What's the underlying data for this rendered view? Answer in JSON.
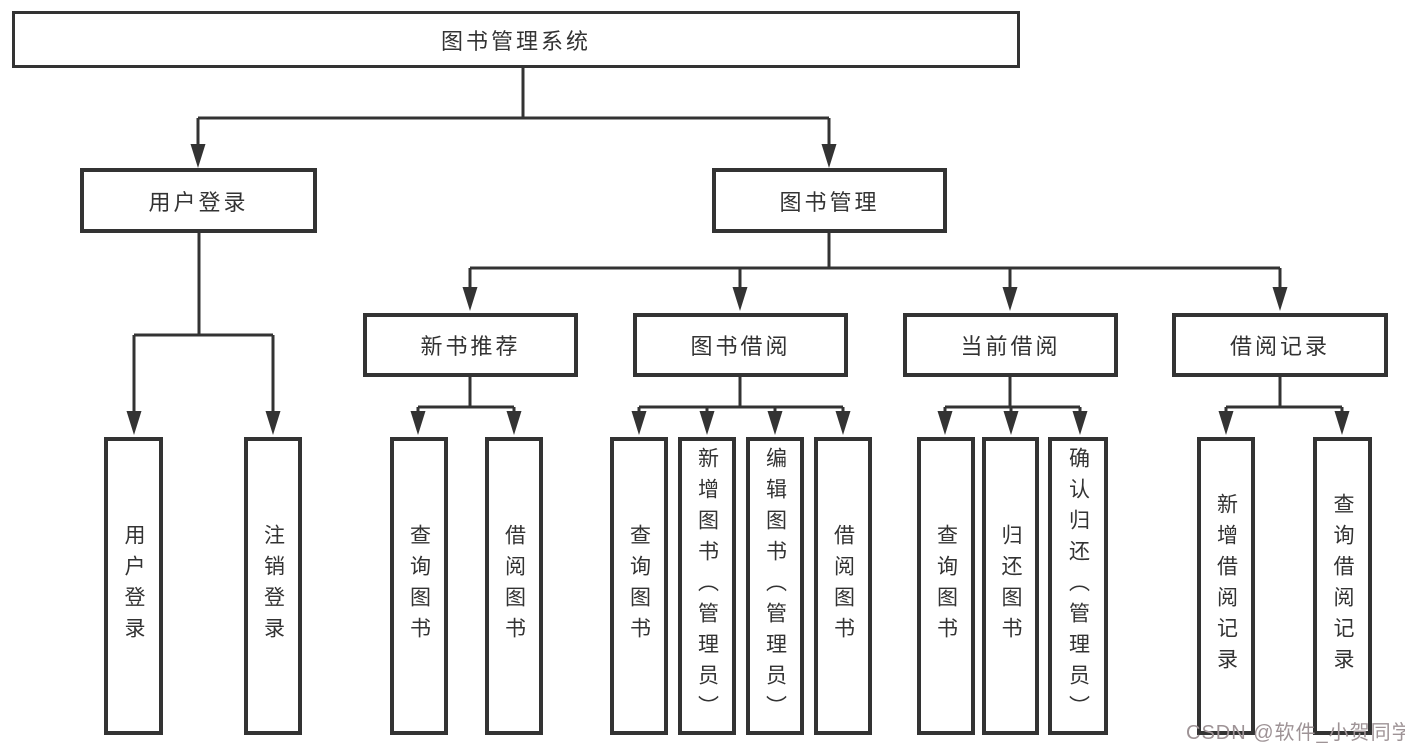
{
  "diagram": {
    "type": "tree",
    "root": {
      "label": "图书管理系统",
      "children": [
        {
          "label": "用户登录",
          "children": [
            {
              "label": "用户登录"
            },
            {
              "label": "注销登录"
            }
          ]
        },
        {
          "label": "图书管理",
          "children": [
            {
              "label": "新书推荐",
              "children": [
                {
                  "label": "查询图书"
                },
                {
                  "label": "借阅图书"
                }
              ]
            },
            {
              "label": "图书借阅",
              "children": [
                {
                  "label": "查询图书"
                },
                {
                  "label": "新增图书（管理员）"
                },
                {
                  "label": "编辑图书（管理员）"
                },
                {
                  "label": "借阅图书"
                }
              ]
            },
            {
              "label": "当前借阅",
              "children": [
                {
                  "label": "查询图书"
                },
                {
                  "label": "归还图书"
                },
                {
                  "label": "确认归还（管理员）"
                }
              ]
            },
            {
              "label": "借阅记录",
              "children": [
                {
                  "label": "新增借阅记录"
                },
                {
                  "label": "查询借阅记录"
                }
              ]
            }
          ]
        }
      ]
    }
  },
  "watermark": {
    "text": "CSDN @软件_小贺同学"
  },
  "colors": {
    "line": "#333333",
    "text": "#333333",
    "background": "#ffffff",
    "watermark": "#9e9396"
  }
}
